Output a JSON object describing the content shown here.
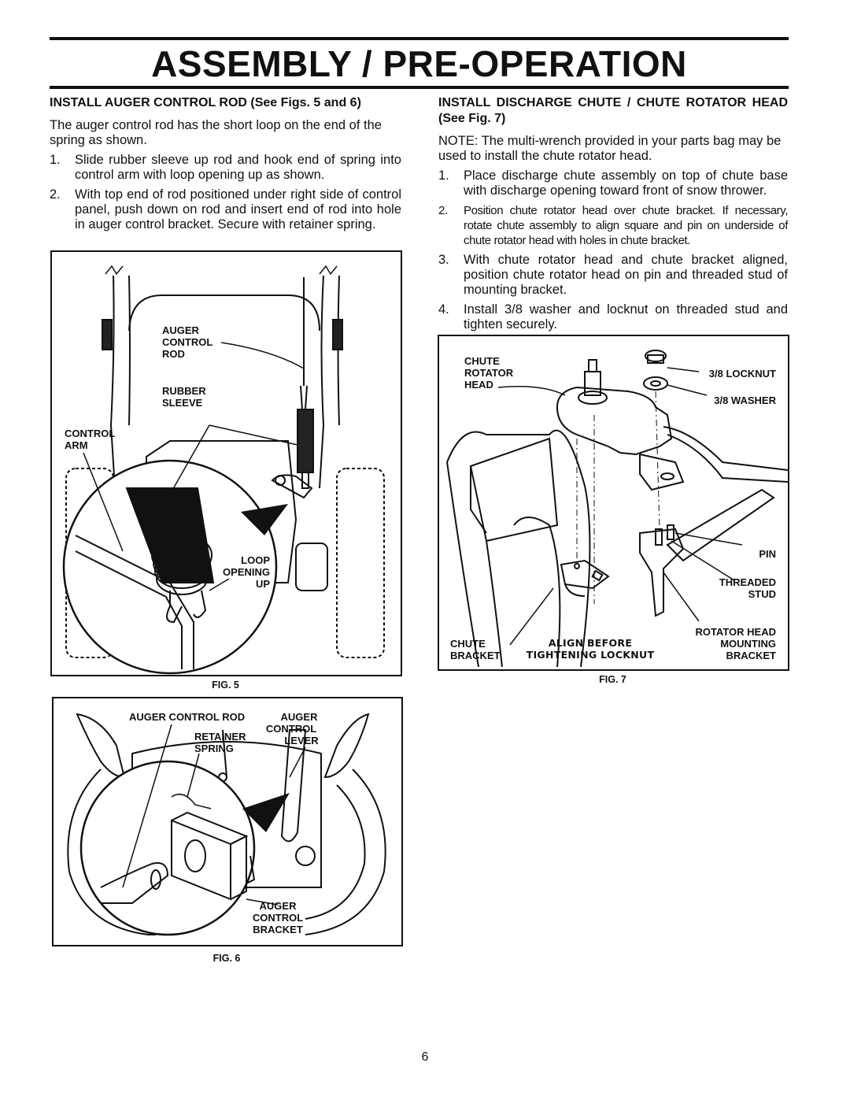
{
  "title": "ASSEMBLY / PRE-OPERATION",
  "left": {
    "heading": "INSTALL AUGER CONTROL ROD (See Figs. 5 and 6)",
    "intro": "The auger control rod has the short loop on the end of the spring as shown.",
    "steps": [
      {
        "num": "1.",
        "text": "Slide rubber sleeve up rod and hook end of spring into control arm with loop opening up as shown."
      },
      {
        "num": "2.",
        "text": "With top end of rod positioned under right side of control panel, push down on rod and insert end of rod into hole in auger control bracket. Secure with retainer spring."
      }
    ]
  },
  "right": {
    "heading": "INSTALL DISCHARGE CHUTE / CHUTE ROTATOR HEAD (See Fig. 7)",
    "note_label": "NOTE:",
    "note": " The multi-wrench provided in your parts bag may be used to install the chute rotator head.",
    "steps": [
      {
        "num": "1.",
        "text": "Place discharge chute assembly on top of chute base with discharge opening toward front of snow thrower."
      },
      {
        "num": "2.",
        "text": "Position chute rotator head over chute bracket. If necessary, rotate chute assembly to align square and pin on underside of chute rotator head with holes in chute bracket."
      },
      {
        "num": "3.",
        "text": "With chute rotator head and chute bracket aligned, position chute rotator head on pin and threaded stud of mounting bracket."
      },
      {
        "num": "4.",
        "text": "Install 3/8 washer and locknut on threaded stud and tighten securely."
      }
    ]
  },
  "fig5": {
    "caption": "FIG. 5",
    "labels": {
      "auger_control_rod": [
        "AUGER",
        "CONTROL",
        "ROD"
      ],
      "rubber_sleeve": [
        "RUBBER",
        "SLEEVE"
      ],
      "control_arm": [
        "CONTROL",
        "ARM"
      ],
      "loop_opening_up": [
        "LOOP",
        "OPENING",
        "UP"
      ]
    }
  },
  "fig6": {
    "caption": "FIG. 6",
    "labels": {
      "auger_control_rod": [
        "AUGER CONTROL ROD"
      ],
      "retainer_spring": [
        "RETAINER",
        "SPRING"
      ],
      "auger_control_lever": [
        "AUGER",
        "CONTROL",
        "LEVER"
      ],
      "auger_control_bracket": [
        "AUGER",
        "CONTROL",
        "BRACKET"
      ]
    }
  },
  "fig7": {
    "caption": "FIG. 7",
    "labels": {
      "chute_rotator_head": [
        "CHUTE",
        "ROTATOR",
        "HEAD"
      ],
      "locknut": [
        "3/8 LOCKNUT"
      ],
      "washer": [
        "3/8 WASHER"
      ],
      "pin": [
        "PIN"
      ],
      "threaded_stud": [
        "THREADED",
        "STUD"
      ],
      "rotator_head_mounting_bracket": [
        "ROTATOR HEAD",
        "MOUNTING",
        "BRACKET"
      ],
      "chute_bracket": [
        "CHUTE",
        "BRACKET"
      ],
      "align_before": [
        "ALIGN BEFORE",
        "TIGHTENING LOCKNUT"
      ]
    }
  },
  "page_number": "6"
}
